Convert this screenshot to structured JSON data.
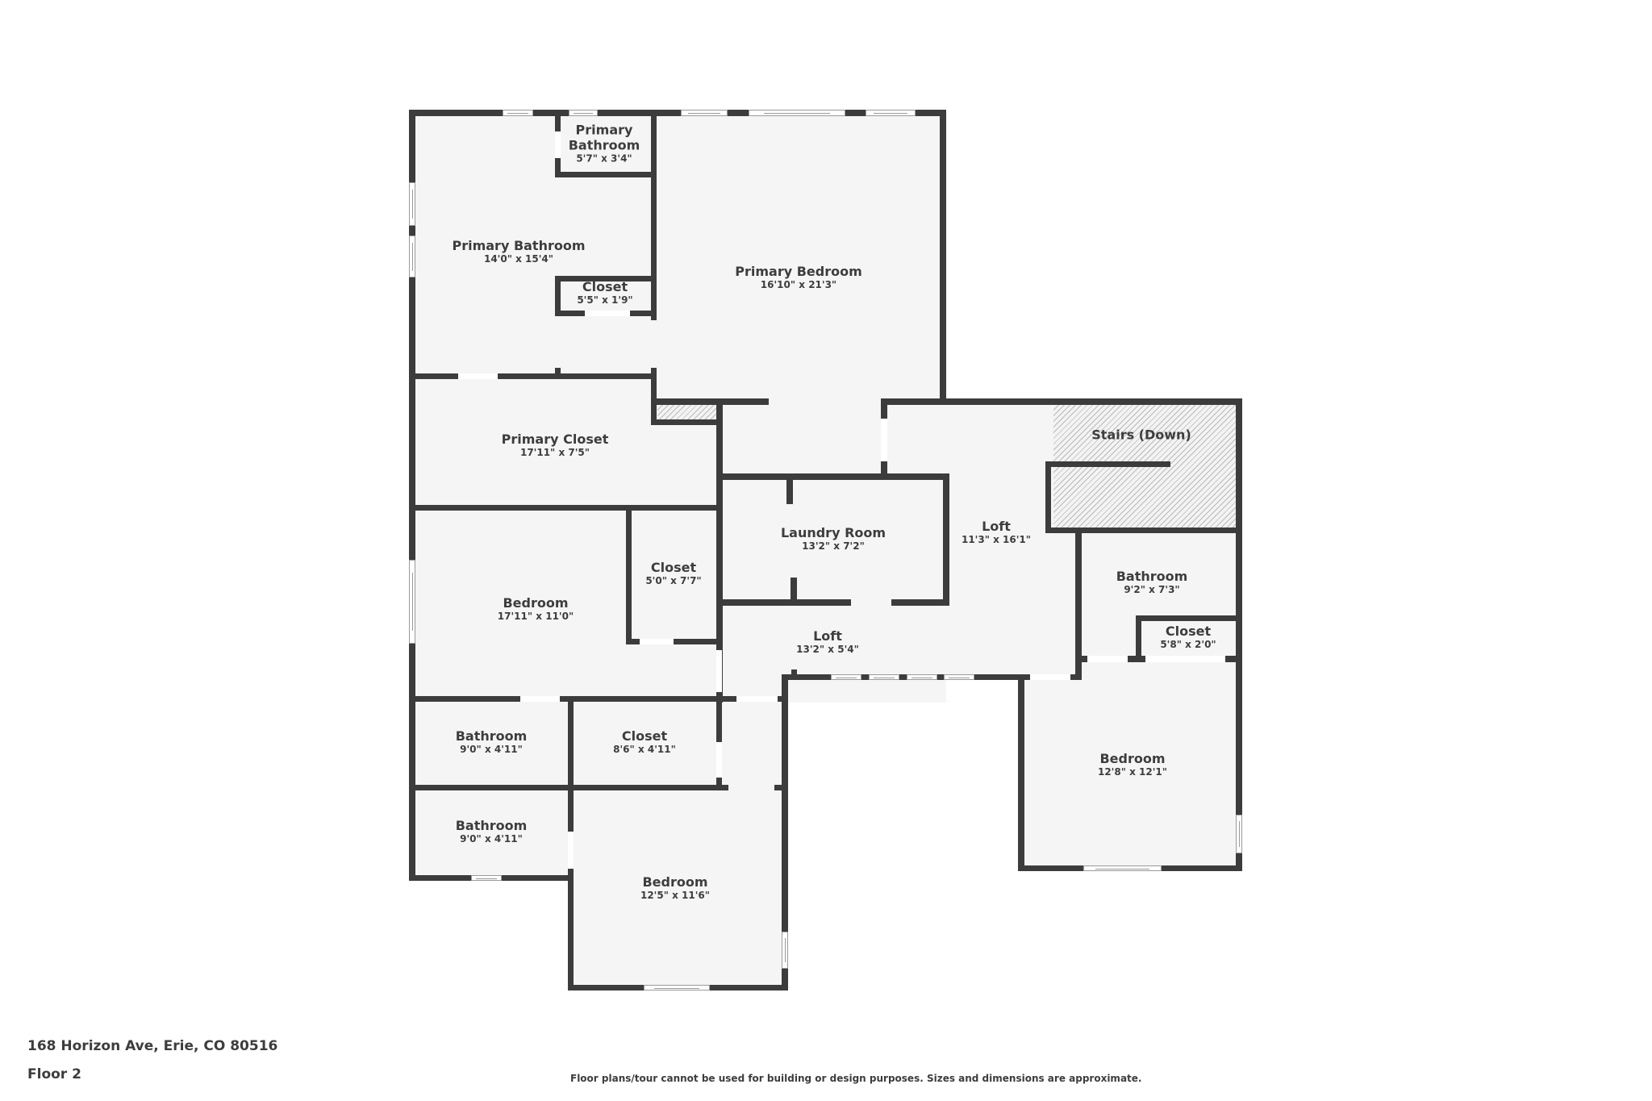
{
  "plan": {
    "address": "168 Horizon Ave, Erie, CO 80516",
    "floor": "Floor 2",
    "disclaimer": "Floor plans/tour cannot be used for building or design purposes. Sizes and dimensions are approximate."
  },
  "rooms": [
    {
      "name": "Primary Bathroom",
      "dims": "5'7\" x 3'4\"",
      "name_lines": [
        "Primary",
        "Bathroom"
      ]
    },
    {
      "name": "Primary Bathroom",
      "dims": "14'0\" x 15'4\""
    },
    {
      "name": "Closet",
      "dims": "5'5\" x 1'9\""
    },
    {
      "name": "Primary Bedroom",
      "dims": "16'10\" x 21'3\""
    },
    {
      "name": "Primary Closet",
      "dims": "17'11\" x 7'5\""
    },
    {
      "name": "Stairs (Down)",
      "dims": ""
    },
    {
      "name": "Laundry Room",
      "dims": "13'2\" x 7'2\""
    },
    {
      "name": "Loft",
      "dims": "11'3\" x 16'1\""
    },
    {
      "name": "Closet",
      "dims": "5'0\" x 7'7\""
    },
    {
      "name": "Bedroom",
      "dims": "17'11\" x 11'0\""
    },
    {
      "name": "Bathroom",
      "dims": "9'2\" x 7'3\""
    },
    {
      "name": "Closet",
      "dims": "5'8\" x 2'0\""
    },
    {
      "name": "Loft",
      "dims": "13'2\" x 5'4\""
    },
    {
      "name": "Bathroom",
      "dims": "9'0\" x 4'11\""
    },
    {
      "name": "Closet",
      "dims": "8'6\" x 4'11\""
    },
    {
      "name": "Bathroom",
      "dims": "9'0\" x 4'11\""
    },
    {
      "name": "Bedroom",
      "dims": "12'8\" x 12'1\""
    },
    {
      "name": "Bedroom",
      "dims": "12'5\" x 11'6\""
    }
  ],
  "colors": {
    "wall": "#3c3c3c",
    "floor": "#f5f5f5",
    "background": "#ffffff",
    "text": "#3d3d3d"
  }
}
